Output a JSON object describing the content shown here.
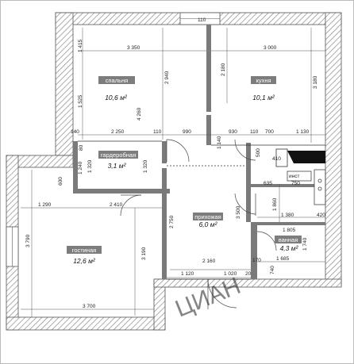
{
  "rooms": {
    "bedroom": {
      "name": "спальня",
      "area": "10,6 м²"
    },
    "kitchen": {
      "name": "кухня",
      "area": "10,1 м²"
    },
    "wardrobe": {
      "name": "гардеробная",
      "area": "3,1 м²"
    },
    "hall": {
      "name": "прихожая",
      "area": "6,0 м²"
    },
    "bathroom": {
      "name": "ванная",
      "area": "4,3 м²"
    },
    "living": {
      "name": "гостиная",
      "area": "12,6 м²"
    }
  },
  "dimensions": {
    "d110_top": "110",
    "d3350": "3 350",
    "d3000": "3 000",
    "d1415": "1 415",
    "d2940": "2 940",
    "d1525": "1 525",
    "d4260": "4 260",
    "d2180": "2 180",
    "d3180": "3 180",
    "d140": "140",
    "d2250": "2 250",
    "d110_mid": "110",
    "d990": "990",
    "d930": "930",
    "d110_k": "110",
    "d700": "700",
    "d1130": "1 130",
    "d80": "80",
    "d1240": "1 240",
    "d1320_a": "1 320",
    "d1320_b": "1 320",
    "d1140": "1 140",
    "d500": "500",
    "d410": "410",
    "d600": "600",
    "d635": "635",
    "d750": "750",
    "d1290": "1 290",
    "d2410": "2 410",
    "d2750": "2 750",
    "d3500": "3 500",
    "d1860": "1 860",
    "d1380": "1 380",
    "d420": "420",
    "d1805": "1 805",
    "d1740": "1 740",
    "d3790": "3 790",
    "d3190": "3 190",
    "d2160": "2 160",
    "d170": "170",
    "d1685": "1 685",
    "d740": "740",
    "d1120": "1 120",
    "d1020": "1 020",
    "d20": "20",
    "d3700": "3 700"
  },
  "fixtures": {
    "stove_label": "инст"
  },
  "watermark": "ЦИАН",
  "colors": {
    "wall": "#7a7a7a",
    "room_label_bg": "#7d7d7d",
    "hatch": "#8a8a8a"
  }
}
